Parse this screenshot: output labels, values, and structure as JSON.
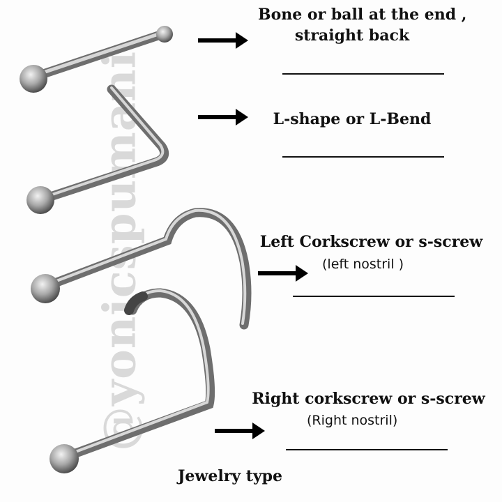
{
  "watermark": "@yonicspumani",
  "items": [
    {
      "title_line1": "Bone or ball at the end ,",
      "title_line2": "straight back"
    },
    {
      "title": "L-shape or L-Bend"
    },
    {
      "title": "Left Corkscrew or s-screw",
      "subtitle": "(left nostril )"
    },
    {
      "title": "Right corkscrew or s-screw",
      "subtitle": "(Right nostril)"
    }
  ],
  "footer_label": "Jewelry type"
}
